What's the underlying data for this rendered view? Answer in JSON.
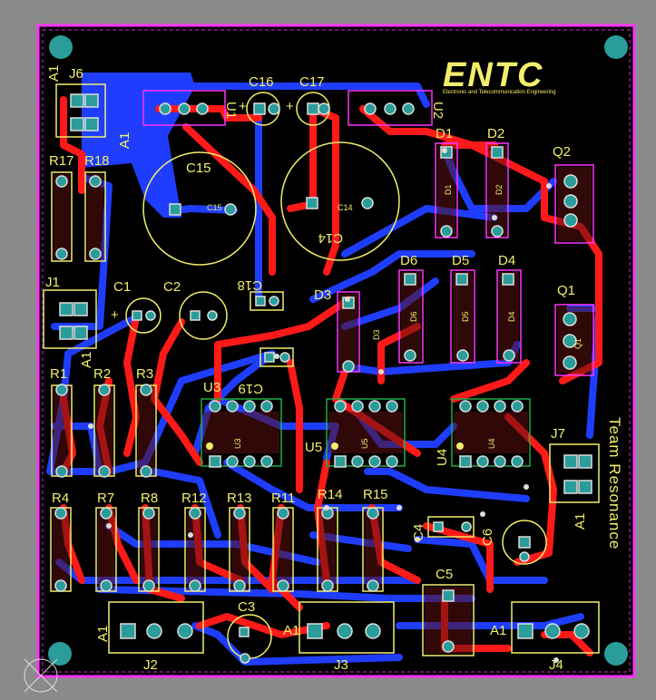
{
  "logo": {
    "main": "ENTC",
    "subtitle": "Electronic and Telecommunication Engineering"
  },
  "side_text": "Team Resonance",
  "colors": {
    "board": "#000000",
    "outline": "#ff33ff",
    "top_copper": "#ff1a1a",
    "bottom_copper": "#1f3dff",
    "silk": "#f2ee6a",
    "pad": "#2a9d9a",
    "background": "#8a8a8a"
  },
  "components": {
    "j6": "J6",
    "a1_j6": "A1",
    "r17": "R17",
    "r18": "R18",
    "c16": "C16",
    "c17": "C17",
    "u1": "U1",
    "u2": "U2",
    "c15": "C15",
    "c14": "C14",
    "d1": "D1",
    "d2": "D2",
    "q2": "Q2",
    "j1": "J1",
    "a1_j1": "A1",
    "c1": "C1",
    "c2": "C2",
    "c18": "C18",
    "d3": "D3",
    "d6": "D6",
    "d5": "D5",
    "d4": "D4",
    "q1": "Q1",
    "c19": "C19",
    "r1": "R1",
    "r2": "R2",
    "r3": "R3",
    "u3": "U3",
    "u5": "U5",
    "u4": "U4",
    "j7": "J7",
    "a1_j7": "A1",
    "r4": "R4",
    "r7": "R7",
    "r8": "R8",
    "r12": "R12",
    "r13": "R13",
    "r11": "R11",
    "r14": "R14",
    "r15": "R15",
    "c4": "C4",
    "c6": "C6",
    "c5": "C5",
    "c3": "C3",
    "j2": "J2",
    "a1_j2": "A1",
    "j3": "J3",
    "a1_j3": "A1",
    "j4": "J4",
    "a1_j4": "A1"
  },
  "mini": {
    "c14_pin": "C14",
    "c15_pin": "C15",
    "d3_pin": "D3",
    "d6_pin": "D6",
    "d5_pin": "D5",
    "d4_pin": "D4",
    "d1_pin": "D1",
    "d2_pin": "D2",
    "q1_pin": "Q1",
    "u3_pin": "U3",
    "u5_pin": "U5",
    "u4_pin": "U4",
    "plus_c1": "+",
    "plus_c16": "+",
    "plus_c17": "+"
  }
}
